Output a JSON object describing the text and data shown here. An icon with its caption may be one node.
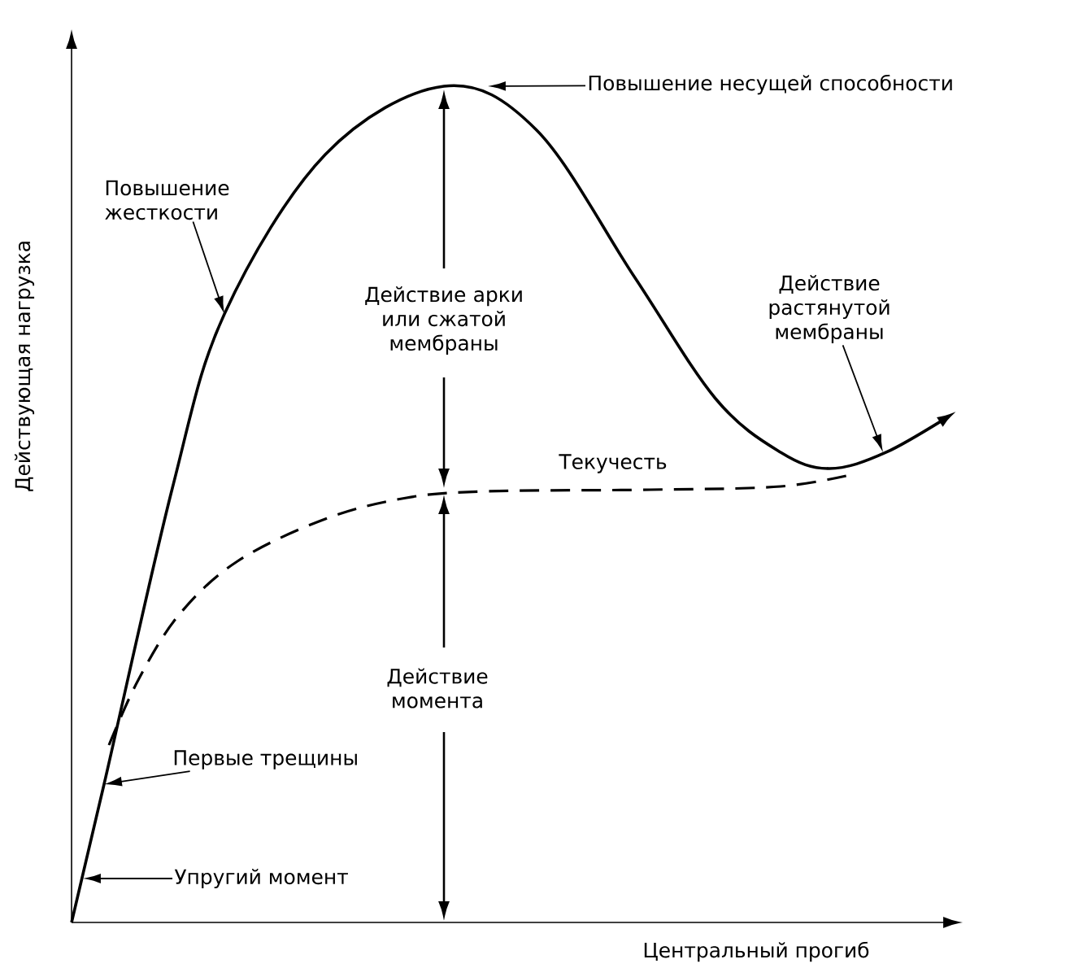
{
  "diagram": {
    "nodes": [
      {
        "text": [
          "Повышение жесткости"
        ]
      },
      {
        "text": [
          "Повышение несущей способности"
        ]
      },
      {
        "text": [
          "Действие растянутой мембраны"
        ]
      },
      {
        "text": [
          "Первые трещины"
        ]
      },
      {
        "text": [
          "Упругий момент"
        ]
      }
    ],
    "edges": [
      {
        "from": 0,
        "to": null,
        "arrow": "to"
      },
      {
        "from": 1,
        "to": null,
        "arrow": "to"
      },
      {
        "from": 2,
        "to": null,
        "arrow": "to"
      },
      {
        "from": 3,
        "to": null,
        "arrow": "to"
      },
      {
        "from": 4,
        "to": null,
        "arrow": "to"
      }
    ],
    "labels": [
      "Действующая нагрузка",
      "Действие арки или сжатой мембраны",
      "Текучесть",
      "Действие момента",
      "Центральный прогиб"
    ]
  }
}
